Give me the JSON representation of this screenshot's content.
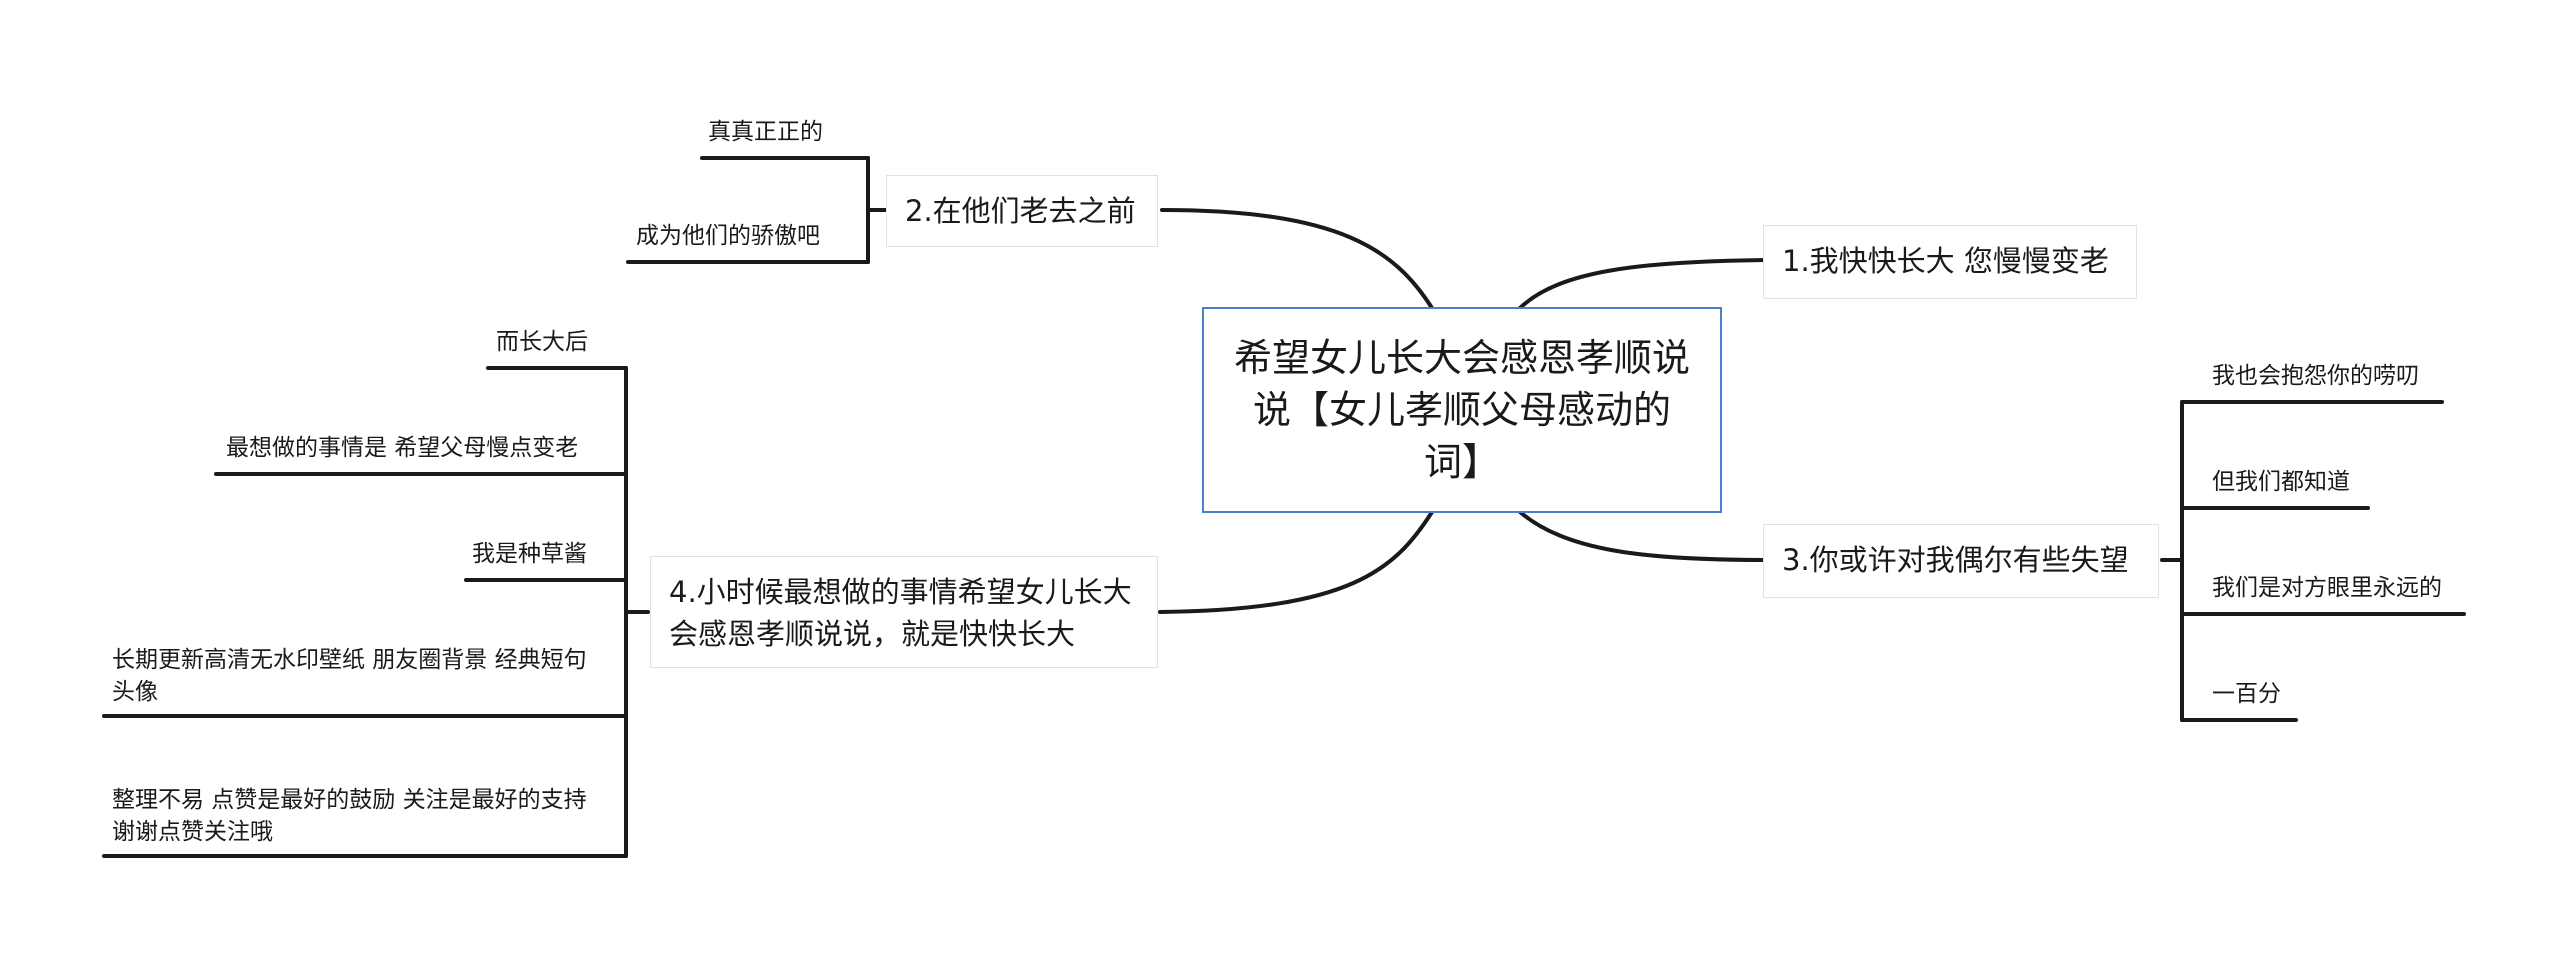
{
  "central": {
    "title": "希望女儿长大会感恩孝顺说说【女儿孝顺父母感动的词】"
  },
  "branches": [
    {
      "label": "1.我快快长大 您慢慢变老",
      "children": []
    },
    {
      "label": "2.在他们老去之前",
      "children": [
        "真真正正的",
        "成为他们的骄傲吧"
      ]
    },
    {
      "label": "3.你或许对我偶尔有些失望",
      "children": [
        "我也会抱怨你的唠叨",
        "但我们都知道",
        "我们是对方眼里永远的",
        "一百分"
      ]
    },
    {
      "label": "4.小时候最想做的事情希望女儿长大会感恩孝顺说说，就是快快长大",
      "children": [
        "而长大后",
        "最想做的事情是 希望父母慢点变老",
        "我是种草酱",
        "长期更新高清无水印壁纸 朋友圈背景 经典短句 头像",
        "整理不易 点赞是最好的鼓励 关注是最好的支持 谢谢点赞关注哦"
      ]
    }
  ],
  "colors": {
    "line": "#1a1a1a",
    "central_border": "#4a7ed1",
    "node_border": "#e2e2e2"
  }
}
